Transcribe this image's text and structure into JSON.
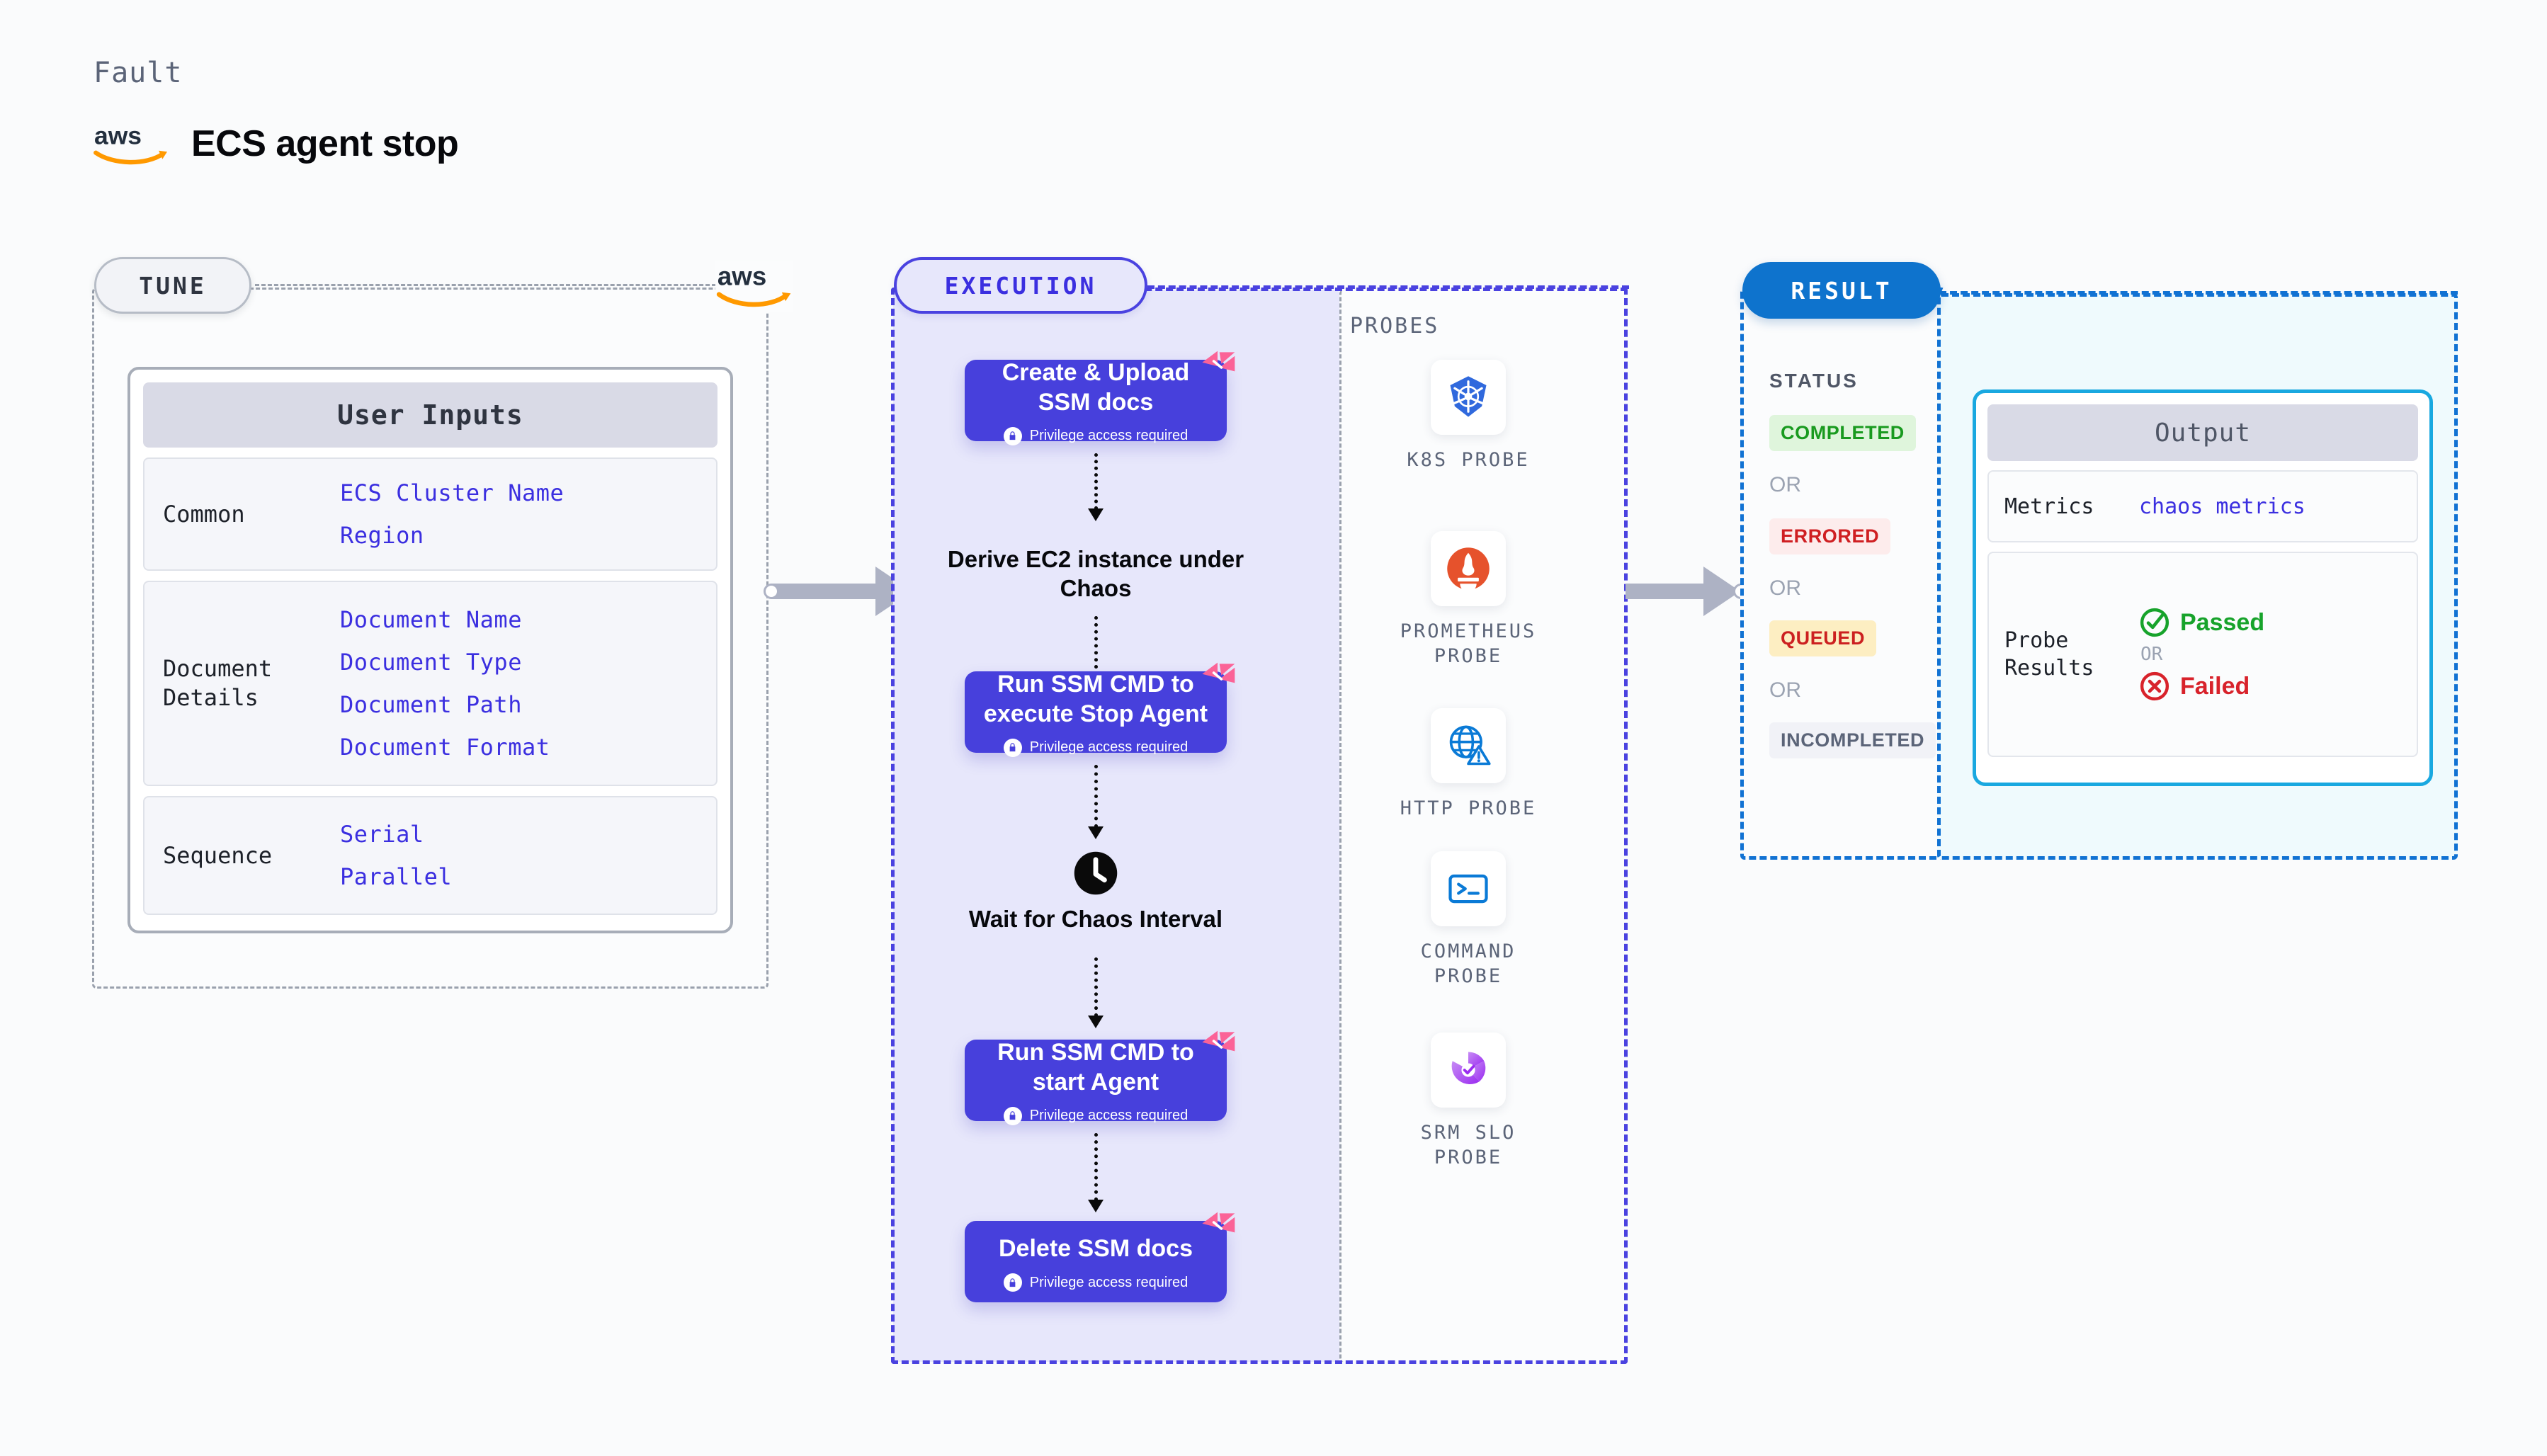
{
  "header": {
    "kicker": "Fault",
    "title": "ECS agent stop",
    "logo": "aws-logo"
  },
  "tune": {
    "chip_label": "TUNE",
    "provider_logo": "aws-logo",
    "card_title": "User Inputs",
    "sections": [
      {
        "label": "Common",
        "values": [
          "ECS Cluster Name",
          "Region"
        ]
      },
      {
        "label": "Document\nDetails",
        "values": [
          "Document Name",
          "Document Type",
          "Document Path",
          "Document Format"
        ]
      },
      {
        "label": "Sequence",
        "values": [
          "Serial",
          "Parallel"
        ]
      }
    ]
  },
  "execution": {
    "chip_label": "EXECUTION",
    "nodes": [
      {
        "type": "task",
        "title": "Create & Upload SSM docs",
        "note": "Privilege access required",
        "icon": "lock-icon",
        "badge": "litmus-flag-icon"
      },
      {
        "type": "plain",
        "title": "Derive EC2 instance under Chaos"
      },
      {
        "type": "task",
        "title": "Run SSM CMD to execute Stop Agent",
        "note": "Privilege access required",
        "icon": "lock-icon",
        "badge": "litmus-flag-icon"
      },
      {
        "type": "wait",
        "title": "Wait for Chaos Interval",
        "icon": "clock-icon"
      },
      {
        "type": "task",
        "title": "Run SSM CMD to start Agent",
        "note": "Privilege access required",
        "icon": "lock-icon",
        "badge": "litmus-flag-icon"
      },
      {
        "type": "task",
        "title": "Delete SSM docs",
        "note": "Privilege access required",
        "icon": "lock-icon",
        "badge": "litmus-flag-icon"
      }
    ]
  },
  "probes": {
    "title": "PROBES",
    "items": [
      {
        "label": "K8S PROBE",
        "icon": "kubernetes-icon"
      },
      {
        "label": "PROMETHEUS PROBE",
        "icon": "prometheus-icon"
      },
      {
        "label": "HTTP PROBE",
        "icon": "http-globe-icon"
      },
      {
        "label": "COMMAND PROBE",
        "icon": "terminal-icon"
      },
      {
        "label": "SRM SLO PROBE",
        "icon": "srm-slo-icon"
      }
    ]
  },
  "result": {
    "chip_label": "RESULT",
    "status_title": "STATUS",
    "or_label": "OR",
    "statuses": [
      {
        "label": "COMPLETED",
        "bg": "#dff5dc",
        "fg": "#199a1f"
      },
      {
        "label": "ERRORED",
        "bg": "#fdecec",
        "fg": "#cf1f22"
      },
      {
        "label": "QUEUED",
        "bg": "#fdeec2",
        "fg": "#cc2020"
      },
      {
        "label": "INCOMPLETED",
        "bg": "#f1f2f7",
        "fg": "#5b6478"
      }
    ],
    "output": {
      "title": "Output",
      "metrics_label": "Metrics",
      "metrics_value": "chaos metrics",
      "probe_results_label": "Probe\nResults",
      "passed_label": "Passed",
      "failed_label": "Failed",
      "or_label": "OR",
      "passed_icon": "check-circle-icon",
      "failed_icon": "x-circle-icon"
    }
  },
  "colors": {
    "node_purple": "#4740dc",
    "exec_fill": "#e7e7fb",
    "exec_border": "#4a42e0",
    "result_border": "#1172d3",
    "output_border": "#19a8e0",
    "output_fill": "#effafd",
    "litmus_pink": "#fb6397",
    "aws_orange": "#ff9900",
    "arrow_grey": "#adb2c4"
  }
}
